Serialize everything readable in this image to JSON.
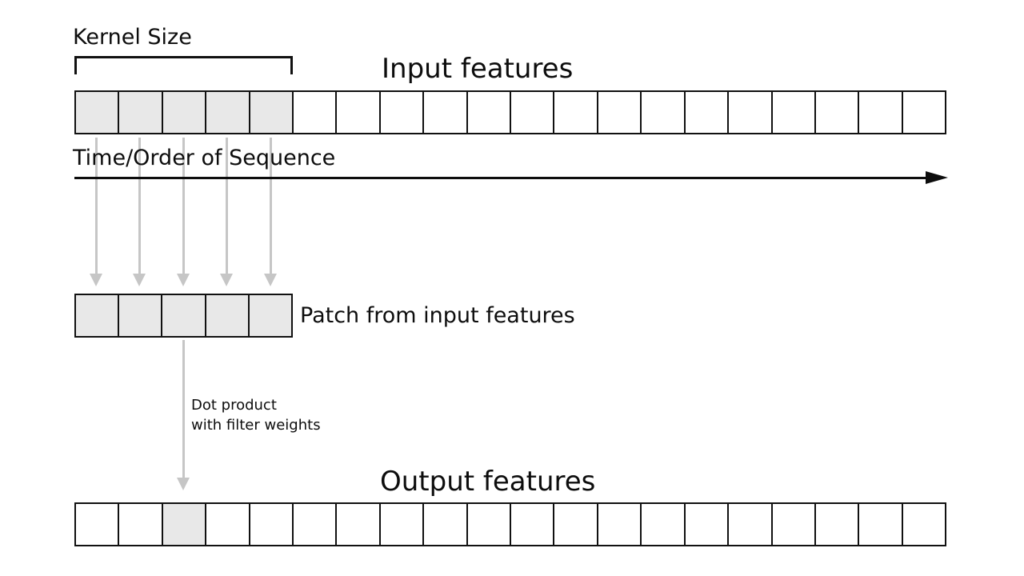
{
  "labels": {
    "kernel_size": "Kernel Size",
    "input_title": "Input features",
    "time_axis": "Time/Order of Sequence",
    "patch_label": "Patch from input features",
    "dot_product_line1": "Dot product",
    "dot_product_line2": "with filter weights",
    "output_title": "Output features"
  },
  "colors": {
    "background": "#ffffff",
    "cell_border": "#111111",
    "cell_highlight_fill": "#e8e8e8",
    "cell_default_fill": "#ffffff",
    "gray_arrow": "#c6c6c6",
    "time_arrow": "#0d0d0d",
    "text": "#0d0d0d"
  },
  "diagram": {
    "type": "1d-convolution-illustration",
    "kernel_size": 5,
    "input_row": {
      "num_cells": 20,
      "highlighted_cells": [
        0,
        1,
        2,
        3,
        4
      ]
    },
    "patch_row": {
      "num_cells": 5,
      "highlighted_cells": [
        0,
        1,
        2,
        3,
        4
      ]
    },
    "output_row": {
      "num_cells": 20,
      "highlighted_cells": [
        2
      ]
    }
  }
}
